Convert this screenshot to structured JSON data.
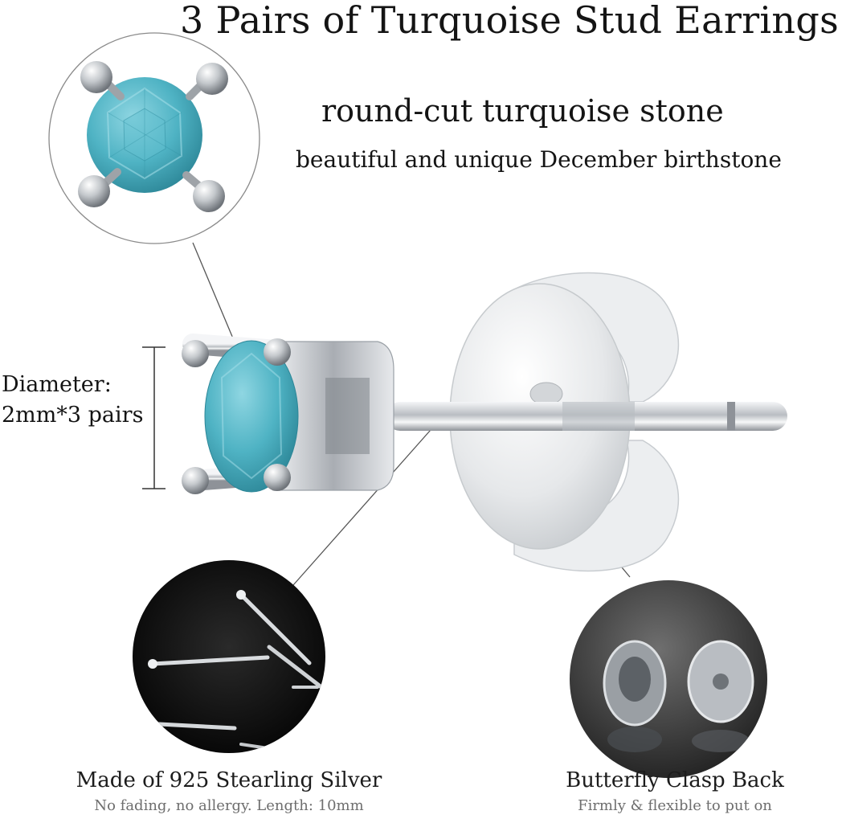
{
  "title": "3 Pairs of Turquoise Stud Earrings",
  "stone": {
    "headline": "round-cut turquoise stone",
    "subline": "beautiful and unique December birthstone"
  },
  "dimension": {
    "label_line1": "Diameter:",
    "label_line2": "2mm*3 pairs"
  },
  "material": {
    "title": "Made of 925 Stearling Silver",
    "subtitle": "No fading, no allergy. Length: 10mm"
  },
  "clasp": {
    "title": "Butterfly Clasp Back",
    "subtitle": "Firmly & flexible to put on"
  },
  "colors": {
    "turquoise": "#4fb3c4",
    "silver": "#c9ccd0",
    "dark": "#0c0c0c"
  },
  "icons": [
    "stone-closeup-icon",
    "earring-stud-icon",
    "butterfly-back-icon",
    "silver-pins-photo",
    "clasp-backs-photo"
  ]
}
